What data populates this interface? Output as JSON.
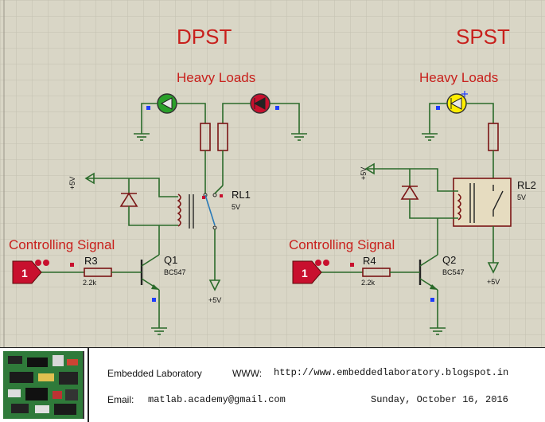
{
  "sections": {
    "dpst": {
      "title": "DPST",
      "loads": "Heavy Loads",
      "signal": "Controlling Signal",
      "resistor": "R3",
      "resistor_value": "2.2k",
      "transistor": "Q1",
      "transistor_part": "BC547",
      "relay": "RL1",
      "relay_voltage": "5V",
      "supply_top": "+5V",
      "supply_bottom": "+5V",
      "source_value": "1"
    },
    "spst": {
      "title": "SPST",
      "loads": "Heavy Loads",
      "signal": "Controlling Signal",
      "resistor": "R4",
      "resistor_value": "2.2k",
      "transistor": "Q2",
      "transistor_part": "BC547",
      "relay": "RL2",
      "relay_voltage": "5V",
      "supply_top": "+5V",
      "supply_bottom": "+5V",
      "source_value": "1"
    }
  },
  "footer": {
    "org": "Embedded Laboratory",
    "www_label": "WWW:",
    "www_value": "http://www.embeddedlaboratory.blogspot.in",
    "email_label": "Email:",
    "email_value": "matlab.academy@gmail.com",
    "date": "Sunday, October 16, 2016"
  },
  "colors": {
    "background": "#d9d6c6",
    "grid": "#c3c0b0",
    "wire": "#2a6a2a",
    "component": "#7a1414",
    "title": "#c8201c",
    "probe": "#c8102e",
    "lamp_green": "#2aa02a",
    "lamp_red": "#c8102e",
    "lamp_yellow": "#ffee00"
  }
}
